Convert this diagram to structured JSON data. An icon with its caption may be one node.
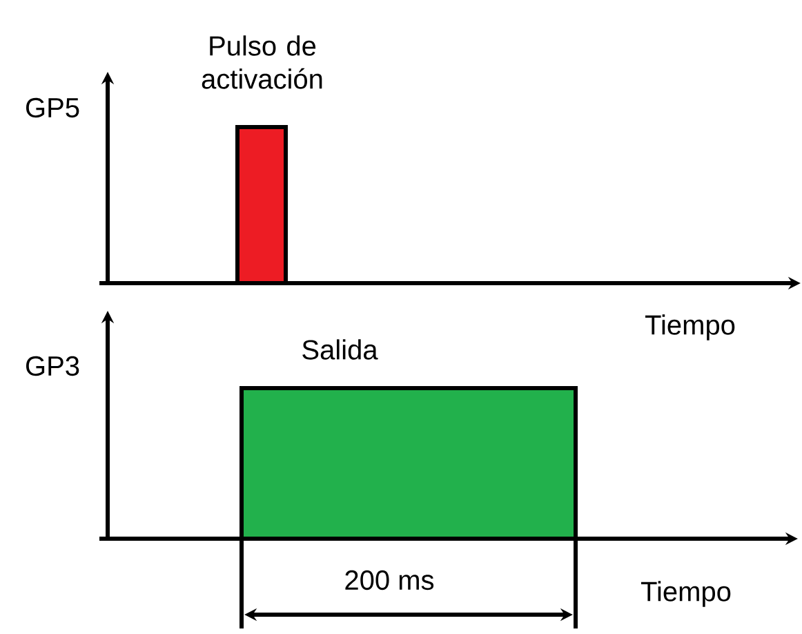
{
  "diagram": {
    "nodes": [
      {
        "text": [
          "Pulso de activación"
        ]
      },
      {
        "text": [
          "Salida"
        ]
      }
    ],
    "labels": [
      "GP5",
      "Tiempo",
      "GP3",
      "Tiempo",
      "200 ms"
    ]
  }
}
